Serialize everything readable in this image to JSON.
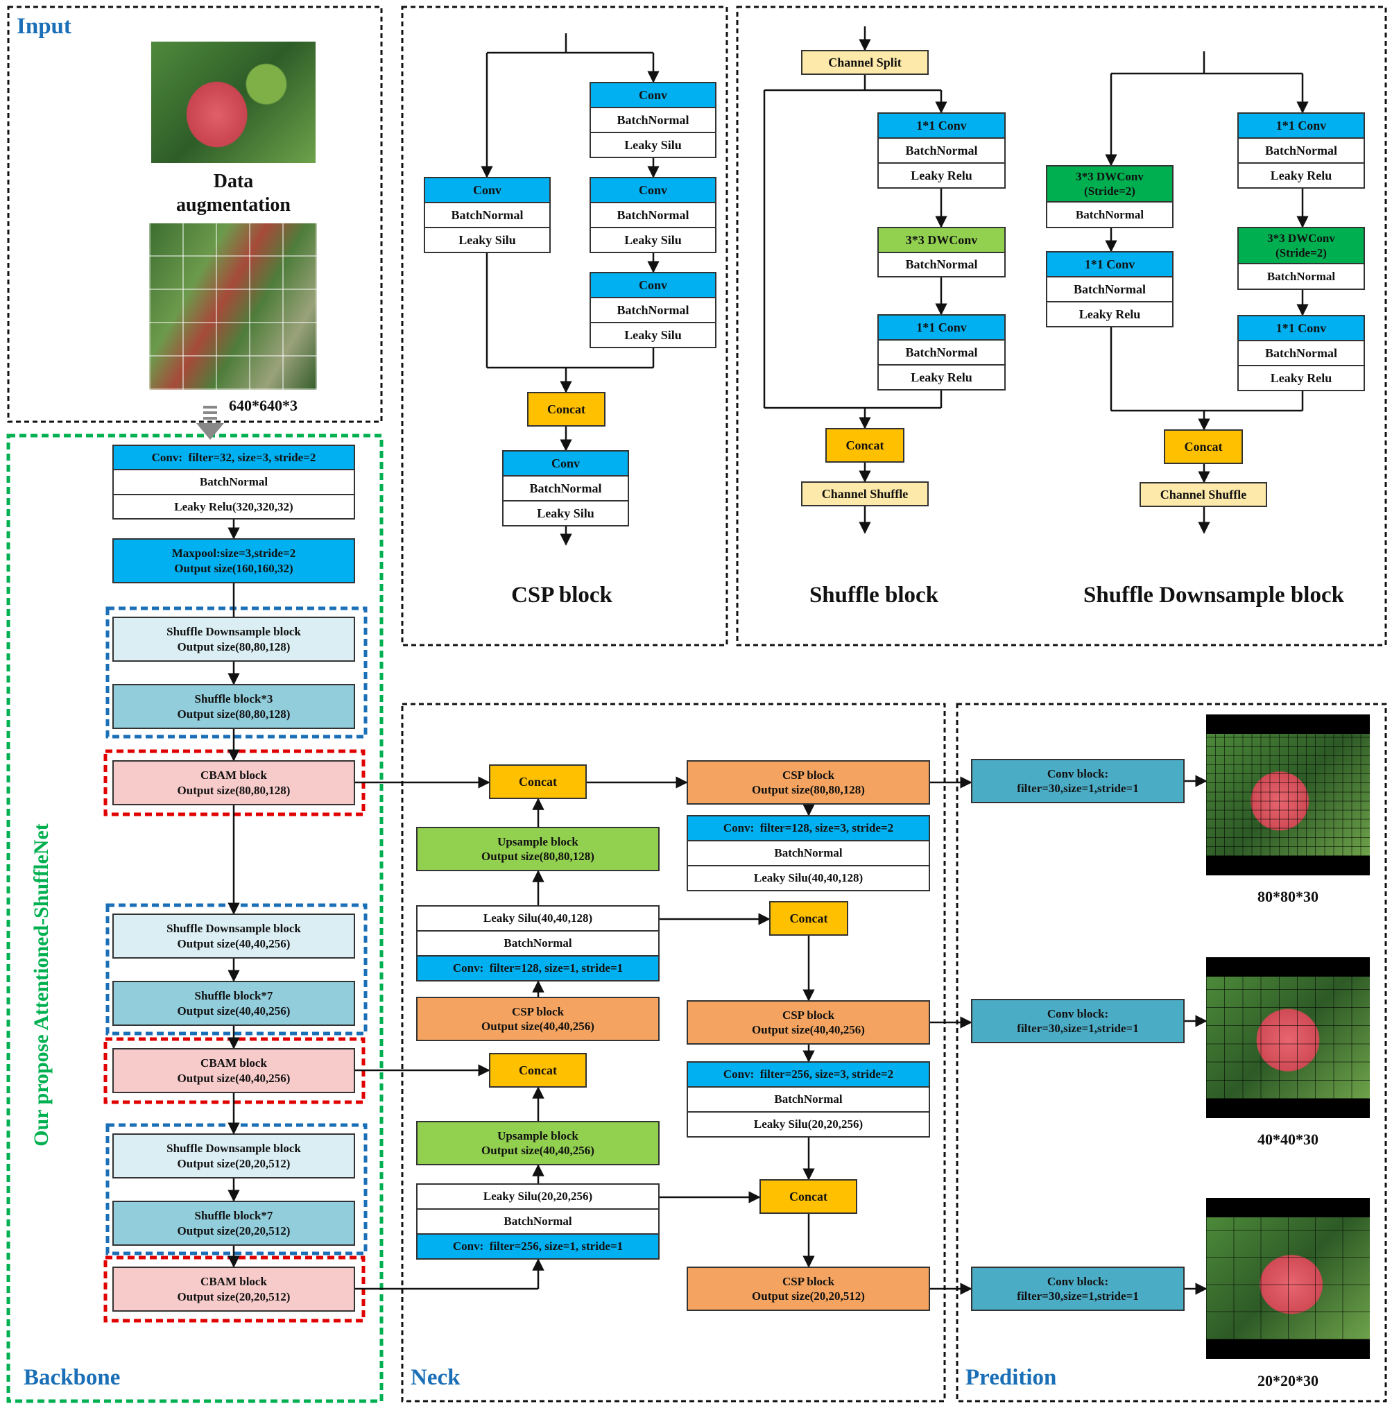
{
  "input_panel": {
    "header": "Input",
    "augmentation_label": "Data\naugmentation",
    "input_size": "640*640*3"
  },
  "backbone": {
    "header": "Backbone",
    "side_title": "Our propose Attentioned-ShuffleNet",
    "stem_conv": [
      "Conv:  filter=32, size=3, stride=2",
      "BatchNormal",
      "Leaky Relu(320,320,32)"
    ],
    "maxpool": "Maxpool:size=3,stride=2\nOutput size(160,160,32)",
    "stage1_down": "Shuffle Downsample block\nOutput size(80,80,128)",
    "stage1_shuffle": "Shuffle block*3\nOutput size(80,80,128)",
    "cbam1": "CBAM block\nOutput size(80,80,128)",
    "stage2_down": "Shuffle Downsample block\nOutput size(40,40,256)",
    "stage2_shuffle": "Shuffle block*7\nOutput size(40,40,256)",
    "cbam2": "CBAM block\nOutput size(40,40,256)",
    "stage3_down": "Shuffle Downsample block\nOutput size(20,20,512)",
    "stage3_shuffle": "Shuffle block*7\nOutput size(20,20,512)",
    "cbam3": "CBAM block\nOutput size(20,20,512)"
  },
  "csp_panel": {
    "title": "CSP block",
    "conv_a": [
      "Conv",
      "BatchNormal",
      "Leaky Silu"
    ],
    "conv_b1": [
      "Conv",
      "BatchNormal",
      "Leaky Silu"
    ],
    "conv_b2": [
      "Conv",
      "BatchNormal",
      "Leaky Silu"
    ],
    "conv_b3": [
      "Conv",
      "BatchNormal",
      "Leaky Silu"
    ],
    "concat": "Concat",
    "conv_out": [
      "Conv",
      "BatchNormal",
      "Leaky Silu"
    ]
  },
  "shuffle_panel": {
    "title": "Shuffle block",
    "channel_split": "Channel Split",
    "conv1": [
      "1*1 Conv",
      "BatchNormal",
      "Leaky Relu"
    ],
    "dwconv": [
      "3*3 DWConv",
      "BatchNormal"
    ],
    "conv2": [
      "1*1 Conv",
      "BatchNormal",
      "Leaky Relu"
    ],
    "concat": "Concat",
    "channel_shuffle": "Channel Shuffle"
  },
  "shuffle_down_panel": {
    "title": "Shuffle Downsample block",
    "left_dwconv": [
      "3*3 DWConv\n(Stride=2)",
      "BatchNormal"
    ],
    "left_conv": [
      "1*1 Conv",
      "BatchNormal",
      "Leaky Relu"
    ],
    "right_conv1": [
      "1*1 Conv",
      "BatchNormal",
      "Leaky Relu"
    ],
    "right_dwconv": [
      "3*3 DWConv\n(Stride=2)",
      "BatchNormal"
    ],
    "right_conv2": [
      "1*1 Conv",
      "BatchNormal",
      "Leaky Relu"
    ],
    "concat": "Concat",
    "channel_shuffle": "Channel Shuffle"
  },
  "neck": {
    "header": "Neck",
    "concat_top": "Concat",
    "upsample_top": "Upsample block\nOutput size(80,80,128)",
    "conv_top": [
      "Leaky Silu(40,40,128)",
      "BatchNormal",
      "Conv:  filter=128, size=1, stride=1"
    ],
    "csp_left_mid": "CSP block\nOutput size(40,40,256)",
    "concat_mid_left": "Concat",
    "upsample_bottom": "Upsample block\nOutput size(40,40,256)",
    "conv_bottom": [
      "Leaky Silu(20,20,256)",
      "BatchNormal",
      "Conv:  filter=256, size=1, stride=1"
    ],
    "csp_right_top": "CSP block\nOutput size(80,80,128)",
    "down_conv1": [
      "Conv:  filter=128, size=3, stride=2",
      "BatchNormal",
      "Leaky Silu(40,40,128)"
    ],
    "concat_right_top": "Concat",
    "csp_right_mid": "CSP block\nOutput size(40,40,256)",
    "down_conv2": [
      "Conv:  filter=256, size=3, stride=2",
      "BatchNormal",
      "Leaky Silu(20,20,256)"
    ],
    "concat_right_bottom": "Concat",
    "csp_right_bottom": "CSP block\nOutput size(20,20,512)"
  },
  "prediction": {
    "header": "Predition",
    "head1": "Conv block:\nfilter=30,size=1,stride=1",
    "head2": "Conv block:\nfilter=30,size=1,stride=1",
    "head3": "Conv block:\nfilter=30,size=1,stride=1",
    "out1": "80*80*30",
    "out2": "40*40*30",
    "out3": "20*20*30"
  },
  "colors": {
    "conv_blue": "#00b0f0",
    "concat_orange": "#ffc000",
    "channel_yellow": "#fde9a9",
    "dwconv_green": "#92d050",
    "dwconv_dark_green": "#00b050",
    "shuffle_light": "#daeef3",
    "shuffle_teal": "#92cddc",
    "cbam_pink": "#f8cbcb",
    "csp_orange": "#f4a460",
    "upsample_green": "#92d050",
    "head_teal": "#4bacc6",
    "header_blue": "#1a6fb7",
    "backbone_green": "#00b050",
    "dash_blue": "#1a6fb7",
    "dash_red": "#e00000"
  }
}
